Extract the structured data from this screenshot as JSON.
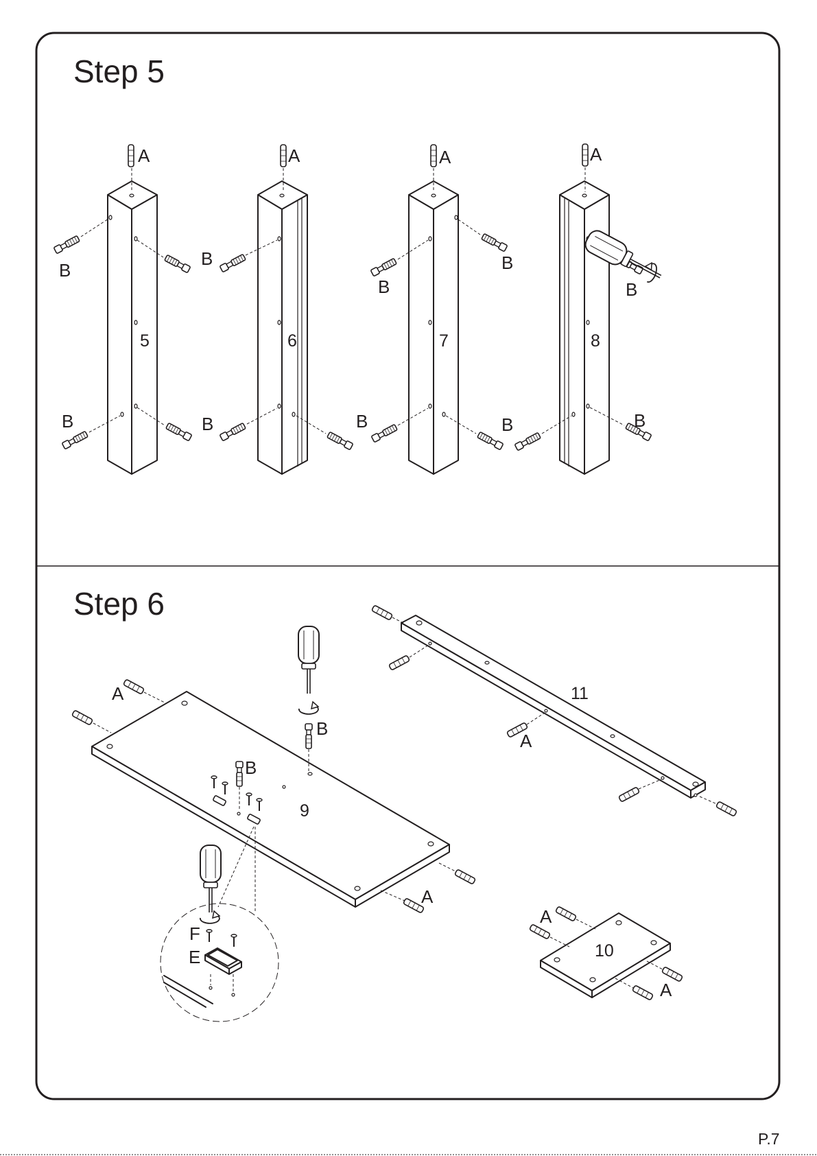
{
  "steps": {
    "step5": {
      "title": "Step  5"
    },
    "step6": {
      "title": "Step  6"
    }
  },
  "parts": {
    "leg_5": "5",
    "leg_6": "6",
    "leg_7": "7",
    "leg_8": "8",
    "bottom_panel": "9",
    "small_panel": "10",
    "rail": "11"
  },
  "hardware_labels": {
    "dowel": "A",
    "cam_bolt": "B",
    "magnet_catch": "E",
    "screw": "F"
  },
  "page_number": "P.7",
  "colors": {
    "ink": "#231f20",
    "background": "#ffffff"
  },
  "icons": [
    "screwdriver-icon",
    "rotate-arrow-icon",
    "dowel-icon",
    "cam-bolt-icon",
    "magnet-catch-icon",
    "screw-icon"
  ]
}
